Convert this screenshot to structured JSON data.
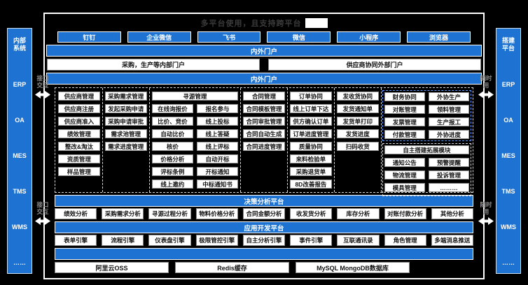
{
  "frame": {
    "title": "多平台使用，且支持跨平台",
    "platform_buttons": [
      "钉钉",
      "企业微信",
      "飞书",
      "微信",
      "小程序",
      "浏览器"
    ],
    "portal_bar": "内外门户",
    "portals": {
      "internal": "采购，生产等内部门户",
      "external": "供应商协同外部门户"
    },
    "main_bar": "内外门户"
  },
  "grid": {
    "supplier": {
      "header": "供应商管理",
      "items": [
        "供应商注册",
        "供应商准入",
        "绩效管理",
        "整改&淘汰",
        "资质管理",
        "样品管理"
      ]
    },
    "demand": {
      "header": "采购需求管理",
      "items": [
        "发起采购申请",
        "采购申请审批",
        "需求池管理",
        "需求进度管理"
      ]
    },
    "sourcing": {
      "header": "寻源管理",
      "left": [
        "在线询报价",
        "比价、竞价",
        "自动比价",
        "核价",
        "价格分析",
        "评标条例",
        "线上邀约"
      ],
      "right": [
        "报名参与",
        "线上投标",
        "线上答疑",
        "线上评标",
        "自动开标",
        "开标通知",
        "中标通知书"
      ]
    },
    "contract": {
      "header": "合同管理",
      "items": [
        "合同模板管理",
        "合同审批管理",
        "合同自动生成",
        "合同进度管理"
      ]
    },
    "order": {
      "header": "订单协同",
      "items": [
        "线上订单下达",
        "供方确认订单",
        "订单进度管理",
        "质量协同",
        "来料检验单",
        "采购退货单",
        "8D改善报告"
      ]
    },
    "shipping": {
      "header": "发收货协同",
      "items": [
        "发货通知单",
        "发货单打印",
        "发货进度",
        "扫码收货"
      ]
    },
    "finance": {
      "header": "财务协同",
      "items": [
        "对账管理",
        "发票管理",
        "付款管理"
      ]
    },
    "outsourcing": {
      "header": "外协生产",
      "items": [
        "领料管理",
        "生产报工",
        "外协进度"
      ]
    },
    "extension": {
      "header": "自主搭建拓展模块",
      "left": [
        "通知公告",
        "物流管理",
        "模具管理"
      ],
      "right": [
        "预警提醒",
        "投诉管理",
        "………"
      ]
    }
  },
  "decision": {
    "header": "决策分析平台",
    "items": [
      "绩效分析",
      "采购需求分析",
      "寻源过程分析",
      "物料价格分析",
      "合同金额分析",
      "收发货分析",
      "库存分析",
      "对账付款分析",
      "其他分析"
    ]
  },
  "appdev": {
    "header": "应用开发平台",
    "items": [
      "表单引擎",
      "流程引擎",
      "仪表盘引擎",
      "极限管控引擎",
      "自主分析引擎",
      "事件引擎",
      "互联通讯录",
      "角色管理",
      "多端消息推送"
    ]
  },
  "storage": {
    "items": [
      "阿里云OSS",
      "Redis缓存",
      "MySQL MongoDB数据库"
    ]
  },
  "left_sidebar": {
    "title": "内部系统",
    "items": [
      "ERP",
      "OA",
      "MES",
      "TMS",
      "WMS"
    ],
    "more": "……"
  },
  "right_sidebar": {
    "title": "搭建平台",
    "items": [
      "ERP",
      "OA",
      "MES",
      "TMS",
      "WMS"
    ],
    "more": "……"
  },
  "connectors": {
    "left_label": "接口交互",
    "right_label": "随时用"
  },
  "colors": {
    "accent_blue": "#1e73d2",
    "dashed_blue": "#5d9bff",
    "background": "#000000"
  }
}
